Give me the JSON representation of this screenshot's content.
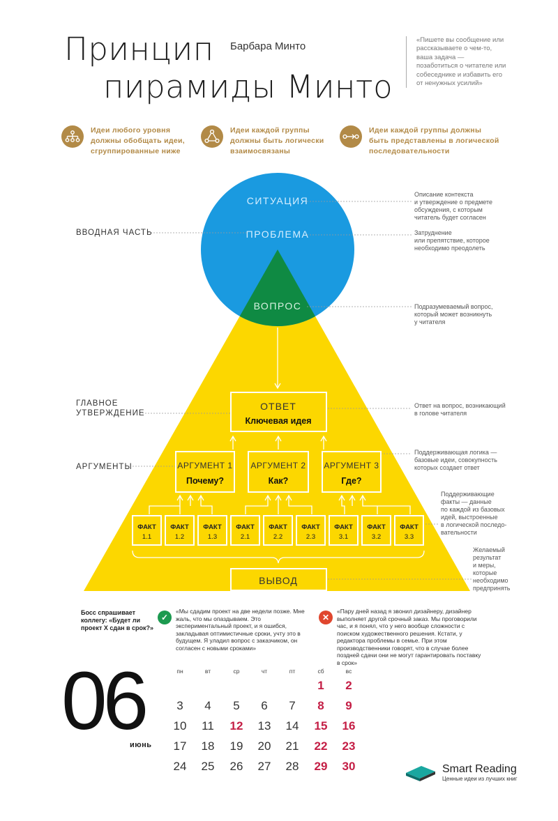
{
  "title_line1": "Принцип",
  "title_line2": "пирамиды Минто",
  "author": "Барбара Минто",
  "quote": "«Пишете вы сообщение или рассказываете о чем-то, ваша задача — позаботиться о читателе или собеседнике и избавить его от ненужных усилий»",
  "principles": [
    {
      "line1": "Идеи любого уровня",
      "line2": "должны обобщать идеи,",
      "line3": "сгруппированные ниже",
      "icon": "hierarchy-icon"
    },
    {
      "line1": "Идеи каждой группы",
      "line2": "должны быть логически",
      "line3": "взаимосвязаны",
      "icon": "triangle-nodes-icon"
    },
    {
      "line1": "Идеи каждой группы должны",
      "line2": "быть представлены в логической",
      "line3": "последовательности",
      "icon": "sequence-icon"
    }
  ],
  "colors": {
    "circle": "#1a9ae0",
    "triangle": "#fcd700",
    "overlap": "#0f8a43",
    "accent": "#b28a47",
    "weekend": "#c41e45"
  },
  "circle": {
    "situation": "СИТУАЦИЯ",
    "problem": "ПРОБЛЕМА",
    "question": "ВОПРОС"
  },
  "left_labels": {
    "intro": "ВВОДНАЯ ЧАСТЬ",
    "main1": "ГЛАВНОЕ",
    "main2": "УТВЕРЖДЕНИЕ",
    "args": "АРГУМЕНТЫ"
  },
  "answer": {
    "title": "ОТВЕТ",
    "subtitle": "Ключевая идея"
  },
  "arguments": [
    {
      "title": "АРГУМЕНТ 1",
      "subtitle": "Почему?"
    },
    {
      "title": "АРГУМЕНТ 2",
      "subtitle": "Как?"
    },
    {
      "title": "АРГУМЕНТ 3",
      "subtitle": "Где?"
    }
  ],
  "facts": [
    {
      "label": "ФАКТ",
      "num": "1.1"
    },
    {
      "label": "ФАКТ",
      "num": "1.2"
    },
    {
      "label": "ФАКТ",
      "num": "1.3"
    },
    {
      "label": "ФАКТ",
      "num": "2.1"
    },
    {
      "label": "ФАКТ",
      "num": "2.2"
    },
    {
      "label": "ФАКТ",
      "num": "2.3"
    },
    {
      "label": "ФАКТ",
      "num": "3.1"
    },
    {
      "label": "ФАКТ",
      "num": "3.2"
    },
    {
      "label": "ФАКТ",
      "num": "3.3"
    }
  ],
  "conclusion": "ВЫВОД",
  "notes": {
    "situation": [
      "Описание контекста",
      "и утверждение о предмете",
      "обсуждения, с которым",
      "читатель будет согласен"
    ],
    "problem": [
      "Затруднение",
      "или препятствие, которое",
      "необходимо преодолеть"
    ],
    "question": [
      "Подразумеваемый вопрос,",
      "который может возникнуть",
      "у читателя"
    ],
    "answer": [
      "Ответ на вопрос, возникающий",
      "в голове читателя"
    ],
    "arguments": [
      "Поддерживающая логика —",
      "базовые идеи, совокупность",
      "которых создает ответ"
    ],
    "facts": [
      "Поддерживающие",
      "факты — данные",
      "по каждой из базовых",
      "идей, выстроенные",
      "в логической последо-",
      "вательности"
    ],
    "conclusion": [
      "Желаемый",
      "результат",
      "и меры,",
      "которые",
      "необходимо",
      "предпринять"
    ]
  },
  "boss": "Босс спрашивает коллегу: «Будет ли проект X сдан в срок?»",
  "good_answer": "«Мы сдадим проект на две недели позже. Мне жаль, что мы опаздываем. Это экспериментальный проект, и я ошибся, закладывая оптимистичные сроки, учту это в будущем. Я уладил вопрос с заказчиком, он согласен с новыми сроками»",
  "bad_answer": "«Пару дней назад я звонил дизайнеру, дизайнер выполняет другой срочный заказ. Мы проговорили час, и я понял, что у него вообще сложности с поиском художественного решения. Кстати, у редактора проблемы в семье. При этом производственники говорят, что в случае более поздней сдачи они не могут гарантировать поставку в срок»",
  "calendar": {
    "month_num": "06",
    "month_name": "июнь",
    "weekdays": [
      "пн",
      "вт",
      "ср",
      "чт",
      "пт",
      "сб",
      "вс"
    ],
    "weeks": [
      [
        "",
        "",
        "",
        "",
        "",
        "1",
        "2"
      ],
      [
        "3",
        "4",
        "5",
        "6",
        "7",
        "8",
        "9"
      ],
      [
        "10",
        "11",
        "12",
        "13",
        "14",
        "15",
        "16"
      ],
      [
        "17",
        "18",
        "19",
        "20",
        "21",
        "22",
        "23"
      ],
      [
        "24",
        "25",
        "26",
        "27",
        "28",
        "29",
        "30"
      ]
    ],
    "holidays": [
      "12"
    ]
  },
  "brand": {
    "name": "Smart Reading",
    "tagline": "Ценные идеи из лучших книг"
  }
}
